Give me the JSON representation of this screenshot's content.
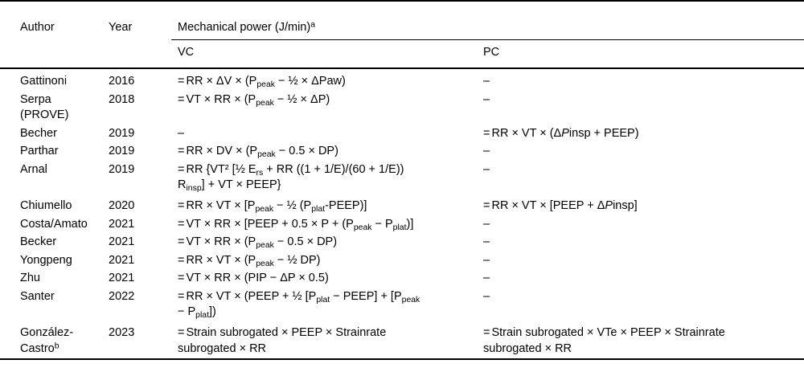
{
  "table": {
    "headers": {
      "author": "Author",
      "year": "Year",
      "group": "Mechanical power (J/min)",
      "group_footnote": "a",
      "sub_vc": "VC",
      "sub_pc": "PC"
    },
    "rows": [
      {
        "author": "Gattinoni",
        "author_footnote": "",
        "year": "2016",
        "vc": "= RR × ΔV × (Ppeak − ½ × ΔPaw)",
        "pc": "–"
      },
      {
        "author": "Serpa (PROVE)",
        "author_footnote": "",
        "year": "2018",
        "vc": "= VT × RR × (Ppeak − ½ × ΔP)",
        "pc": "–"
      },
      {
        "author": "Becher",
        "author_footnote": "",
        "year": "2019",
        "vc": "–",
        "pc": "= RR × VT × (ΔPinsp + PEEP)"
      },
      {
        "author": "Parthar",
        "author_footnote": "",
        "year": "2019",
        "vc": "= RR × DV × (Ppeak − 0.5 × DP)",
        "pc": "–"
      },
      {
        "author": "Arnal",
        "author_footnote": "",
        "year": "2019",
        "vc": "= RR {VT² [½ Ers + RR ((1 + 1/E)/(60 + 1/E)) Rinsp] + VT × PEEP}",
        "pc": "–"
      },
      {
        "author": "Chiumello",
        "author_footnote": "",
        "year": "2020",
        "vc": "= RR × VT × [Ppeak − ½ (Pplat-PEEP)]",
        "pc": "= RR × VT × [PEEP + ΔPinsp]"
      },
      {
        "author": "Costa/Amato",
        "author_footnote": "",
        "year": "2021",
        "vc": "= VT × RR × [PEEP + 0.5 × P + (Ppeak − Pplat)]",
        "pc": "–"
      },
      {
        "author": "Becker",
        "author_footnote": "",
        "year": "2021",
        "vc": "= VT × RR × (Ppeak − 0.5 × DP)",
        "pc": "–"
      },
      {
        "author": "Yongpeng",
        "author_footnote": "",
        "year": "2021",
        "vc": "= RR × VT × (Ppeak − ½ DP)",
        "pc": "–"
      },
      {
        "author": "Zhu",
        "author_footnote": "",
        "year": "2021",
        "vc": "= VT × RR × (PIP − ΔP × 0.5)",
        "pc": "–"
      },
      {
        "author": "Santer",
        "author_footnote": "",
        "year": "2022",
        "vc": "= RR × VT × (PEEP + ½ [Pplat − PEEP] + [Ppeak − Pplat])",
        "pc": "–"
      },
      {
        "author": "González-Castro",
        "author_footnote": "b",
        "year": "2023",
        "vc": "= Strain subrogated × PEEP × Strainrate subrogated × RR",
        "pc": "= Strain subrogated × VTe × PEEP × Strainrate subrogated × RR"
      }
    ]
  },
  "colors": {
    "text": "#000000",
    "rule": "#000000",
    "background": "#ffffff"
  }
}
